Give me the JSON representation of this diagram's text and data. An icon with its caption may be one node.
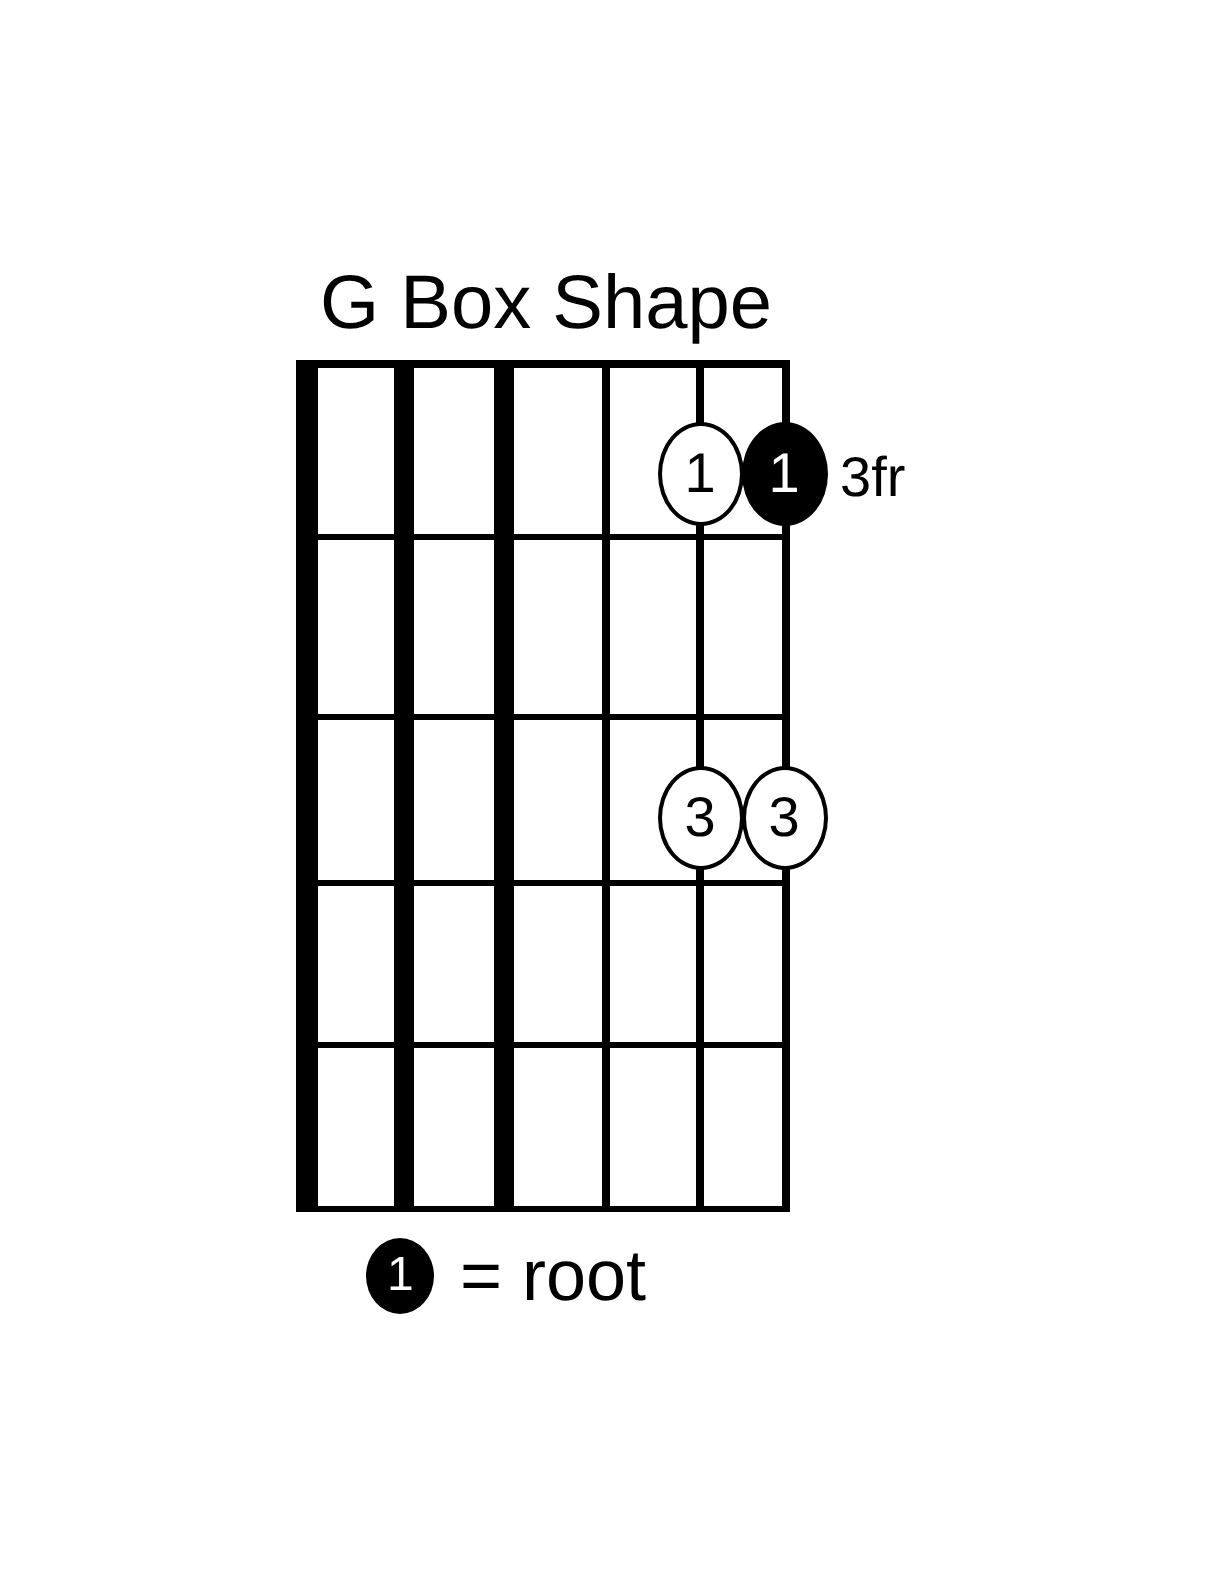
{
  "diagram": {
    "title": "G Box Shape",
    "nodes": [
      {
        "text": [
          "1"
        ]
      },
      {
        "text": [
          "1"
        ]
      },
      {
        "text": [
          "3"
        ]
      },
      {
        "text": [
          "3"
        ]
      }
    ],
    "labels": [
      "3fr",
      "1"
    ],
    "legend": [
      {
        "text": "= root",
        "color": "#000000"
      }
    ]
  }
}
